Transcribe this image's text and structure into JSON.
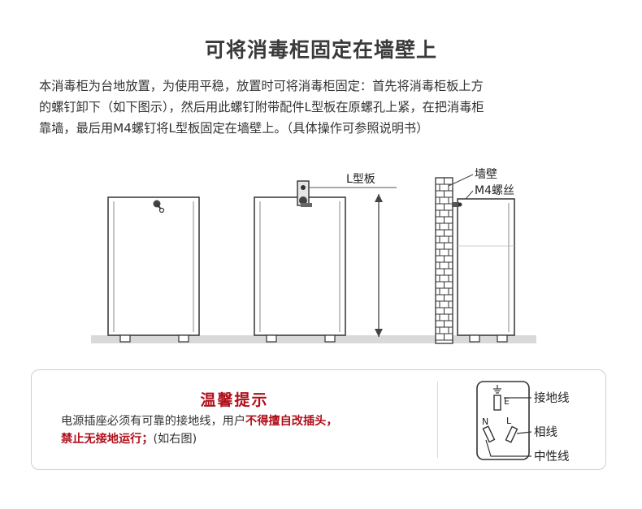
{
  "title": "可将消毒柜固定在墙壁上",
  "intro": {
    "line1": "本消毒柜为台地放置，为使用平稳，放置时可将消毒柜固定：首先将消毒柜板上方",
    "line2": "的螺钉卸下（如下图示），然后用此螺钉附带配件L型板在原螺孔上紧，在把消毒柜",
    "line3": "靠墙，最后用M4螺钉将L型板固定在墙壁上。（具体操作可参照说明书）"
  },
  "illustration": {
    "l_plate_label": "L型板",
    "wall_label": "墙壁",
    "screw_label": "M4螺丝"
  },
  "notice": {
    "title": "温馨提示",
    "line1_normal": "电源插座必须有可靠的接地线，用户",
    "line1_red": "不得擅自改插头，",
    "line2_red": "禁止无接地运行；",
    "line2_normal": "(如右图)",
    "socket": {
      "ground_label": "接地线",
      "live_label": "相线",
      "neutral_label": "中性线",
      "e_letter": "E",
      "n_letter": "N",
      "l_letter": "L"
    }
  }
}
